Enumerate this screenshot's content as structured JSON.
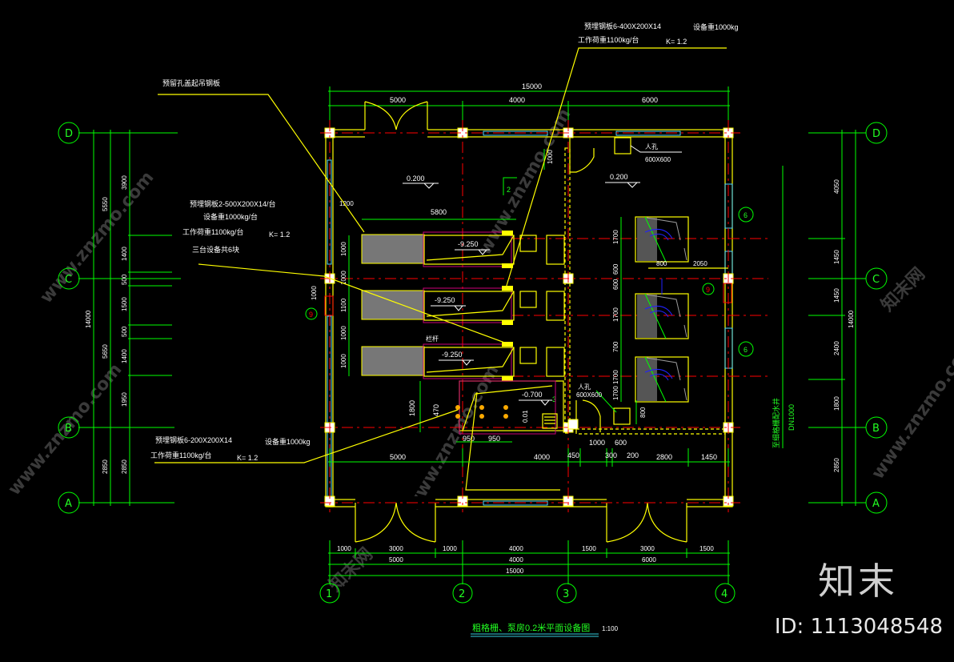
{
  "drawing": {
    "title": "粗格栅、泵房0.2米平面设备图",
    "scale": "1:100",
    "axes_x": [
      "1",
      "2",
      "3",
      "4"
    ],
    "axes_y": [
      "D",
      "C",
      "B",
      "A"
    ],
    "elevations": {
      "top_left": "0.200",
      "top_right": "0.200",
      "pit1": "-9.250",
      "pit2": "-9.250",
      "pit3": "-9.250",
      "stair": "-0.700"
    },
    "dims_top": {
      "total": "15000",
      "segments": [
        "5000",
        "4000",
        "6000"
      ]
    },
    "dims_bottom_inner": [
      "5000",
      "4000",
      "450",
      "300",
      "200",
      "2800",
      "1450"
    ],
    "dims_bottom_outer1": [
      "1000",
      "3000",
      "1000",
      "4000",
      "1500",
      "3000",
      "1500"
    ],
    "dims_bottom_outer2": [
      "5000",
      "4000",
      "6000"
    ],
    "dims_bottom_total": "15000",
    "dims_left": {
      "total": "14000",
      "mid": [
        "5550",
        "5650",
        "2850"
      ],
      "inner": [
        "3900",
        "1400",
        "500",
        "1500",
        "500",
        "1400",
        "1950",
        "2850"
      ]
    },
    "dims_right": {
      "total": "14000",
      "inner": [
        "4050",
        "1450",
        "1450",
        "2400",
        "1800",
        "2850"
      ]
    },
    "grille_dims": {
      "length": "5800",
      "width_a": "1000",
      "width_b": "1000",
      "width_c": "1100",
      "gap": "1200",
      "side": "1000"
    },
    "pump_dims": [
      "1700",
      "600",
      "1700",
      "700",
      "1700"
    ],
    "pump_offsets": [
      "800",
      "2050"
    ],
    "misc_dims": [
      "1000",
      "1000",
      "1800",
      "470",
      "950",
      "950",
      "0.01",
      "1000",
      "600",
      "800",
      "1700"
    ],
    "manholes": [
      {
        "label": "人孔",
        "size": "600X600"
      },
      {
        "label": "人孔",
        "size": "600X600"
      }
    ],
    "section_marks": {
      "a": "2",
      "b": "3"
    },
    "callouts": {
      "top_right": {
        "line1": "预埋钢板6-400X200X14",
        "line2": "工作荷重1100kg/台",
        "weight": "设备重1000kg",
        "k": "K= 1.2"
      },
      "top_left": {
        "line1": "预留孔盖起吊钢板"
      },
      "mid_left": {
        "line1": "预埋钢板2-500X200X14/台",
        "line2": "设备重1000kg/台",
        "line3": "工作荷重1100kg/台",
        "k": "K= 1.2",
        "line4": "三台设备共6块"
      },
      "bottom_left": {
        "line1": "预埋钢板6-200X200X14",
        "line2": "工作荷重1100kg/台",
        "weight": "设备重1000kg",
        "k": "K= 1.2"
      },
      "railing": "栏杆"
    },
    "pipe_label": {
      "line1": "至细格栅配水井",
      "line2": "DN1000"
    },
    "bubbles": {
      "p": "9",
      "q": "9",
      "r6a": "6",
      "r6b": "6"
    }
  },
  "watermark": {
    "brand": "知末",
    "id": "ID: 1113048548",
    "site": "www.znzmo.com",
    "site_cn": "知末网"
  },
  "colors": {
    "background": "#000000",
    "wall": "#ffff00",
    "dimension": "#00ff00",
    "axis_line": "#ff0000",
    "glass": "#55ddff",
    "equipment_magenta": "#cc0077",
    "pump_blue": "#2222ff"
  }
}
